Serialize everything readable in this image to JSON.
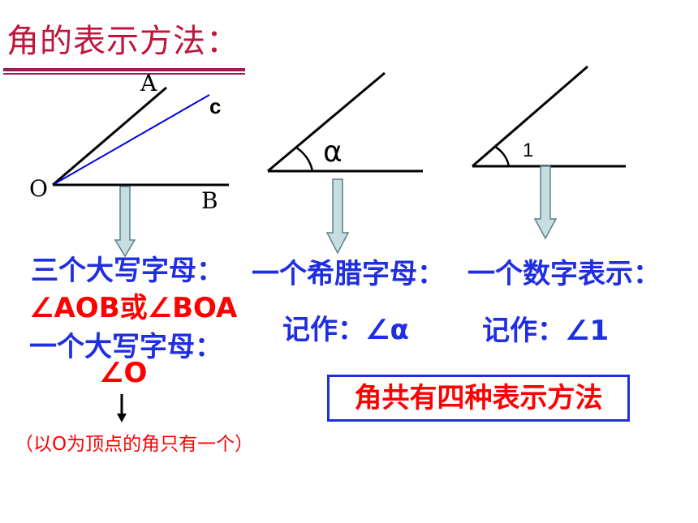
{
  "title": "角的表示方法：",
  "figure1": {
    "point_A": "A",
    "point_C": "c",
    "point_O": "O",
    "point_B": "B"
  },
  "figure2": {
    "angle_symbol": "α"
  },
  "figure3": {
    "angle_number": "1"
  },
  "method1": {
    "heading": "三个大写字母：",
    "notation": "∠AOB或∠BOA"
  },
  "method2": {
    "heading": "一个大写字母：",
    "notation": "∠O",
    "note": "（以O为顶点的角只有一个）"
  },
  "method3": {
    "heading": "一个希腊字母：",
    "notation": "记作：∠α"
  },
  "method4": {
    "heading": "一个数字表示：",
    "notation": "记作：∠1"
  },
  "summary": "角共有四种表示方法",
  "colors": {
    "title": "#c0143c",
    "heading_blue": "#1f2ee0",
    "notation_red": "#ff0000",
    "divider": "#9e1a55",
    "arrow_fill": "#c6dde1",
    "ray_blue": "#0000e0"
  }
}
